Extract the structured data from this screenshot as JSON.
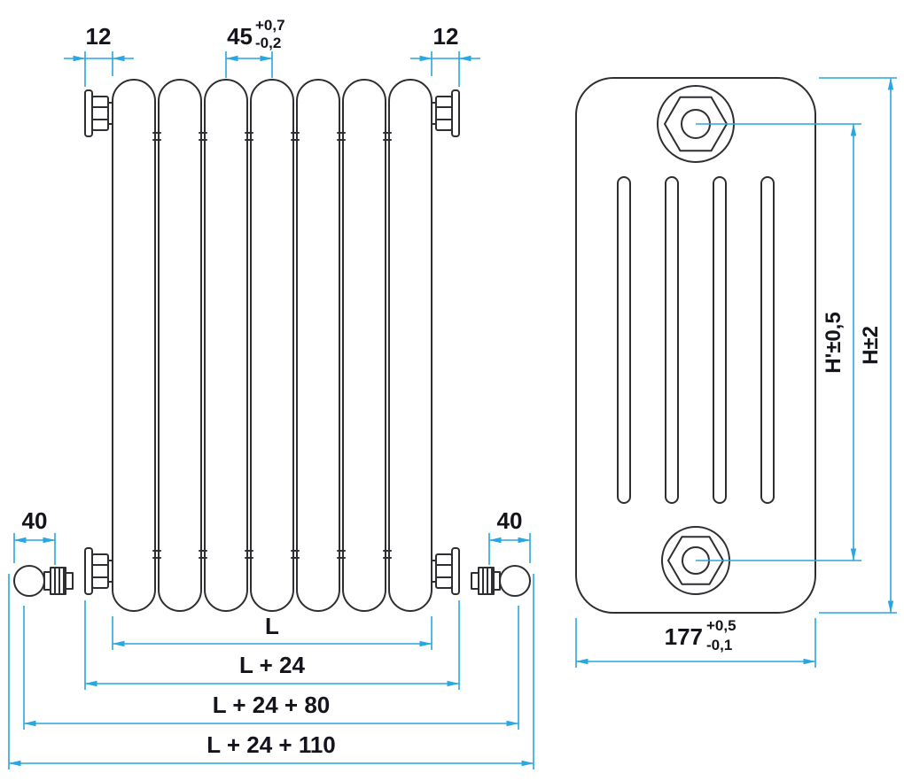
{
  "diagram": {
    "type": "technical-drawing",
    "subject": "tubular column radiator dimensional drawing, front and side view",
    "colors": {
      "line": "#2e2e33",
      "dimension": "#29a7e1",
      "text": "#14141c"
    },
    "front_view": {
      "columns": 7,
      "dims": {
        "plug_left": "12",
        "pitch": "45",
        "pitch_tol_plus": "+0,7",
        "pitch_tol_minus": "-0,2",
        "plug_right": "12",
        "valve_left": "40",
        "valve_right": "40",
        "length": "L",
        "length_plus_24": "L + 24",
        "length_plus_24_80": "L + 24 + 80",
        "length_plus_24_110": "L + 24 + 110"
      }
    },
    "side_view": {
      "grooves": 4,
      "dims": {
        "axis_height": "H'±0,5",
        "overall_height": "H±2",
        "depth": "177",
        "depth_tol_plus": "+0,5",
        "depth_tol_minus": "-0,1"
      }
    }
  }
}
